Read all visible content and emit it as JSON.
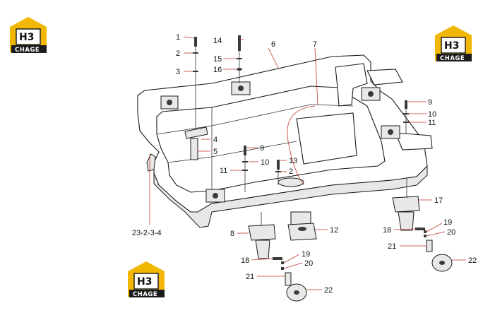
{
  "logo": {
    "mark": "H3",
    "brand": "CHAGE"
  },
  "labels": {
    "1": "1",
    "2": "2",
    "3": "3",
    "4": "4",
    "5": "5",
    "6": "6",
    "7": "7",
    "8": "8",
    "9": "9",
    "10": "10",
    "11": "11",
    "12": "12",
    "13": "13",
    "14": "14",
    "15": "15",
    "16": "16",
    "17": "17",
    "18": "18",
    "19": "19",
    "20": "20",
    "21": "21",
    "22": "22",
    "23": "23-2-3-4"
  },
  "icons": {
    "logo": "house-logo-icon"
  }
}
